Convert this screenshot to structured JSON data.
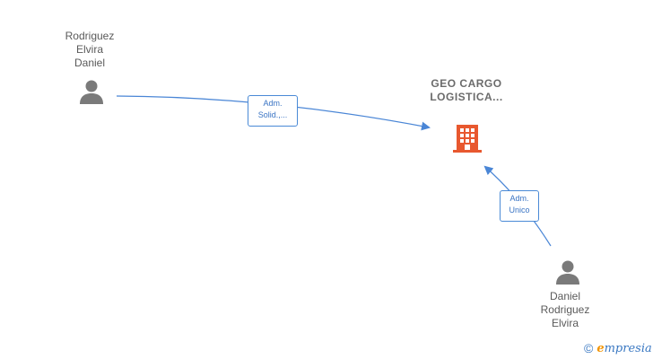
{
  "nodes": {
    "person_top": {
      "label": "Rodriguez\nElvira\nDaniel",
      "icon": "person-icon"
    },
    "company": {
      "label": "GEO\nCARGO\nLOGISTICA...",
      "icon": "building-icon",
      "color": "#e8582f"
    },
    "person_bottom": {
      "label": "Daniel\nRodriguez\nElvira",
      "icon": "person-icon"
    }
  },
  "edges": [
    {
      "from": "person_top",
      "to": "company",
      "label_line1": "Adm.",
      "label_line2": "Solid.,..."
    },
    {
      "from": "person_bottom",
      "to": "company",
      "label_line1": "Adm.",
      "label_line2": "Unico"
    }
  ],
  "colors": {
    "edge": "#4a86d6",
    "person_icon": "#7a7a7a",
    "company_icon": "#e8582f"
  },
  "brand": {
    "copyright": "©",
    "name_initial": "e",
    "name_rest": "mpresia"
  }
}
